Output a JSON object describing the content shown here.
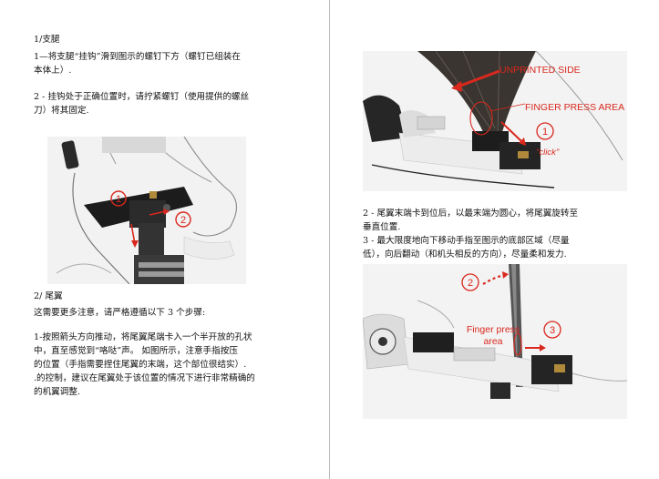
{
  "left_page": {
    "section1_title": "1/支腿",
    "step1_line1": "1—将支腿“挂钩”滑到图示的螺钉下方（螺钉已组装在",
    "step1_line2": "本体上）.",
    "step2_line1": "2 - 挂钩处于正确位置时，请拧紧螺钉（使用提供的螺丝",
    "step2_line2": "刀）将其固定.",
    "figure1": {
      "marker1": "1",
      "marker2": "2"
    },
    "section2_title": "2/ 尾翼",
    "caution": "这需要更多注意，请严格遵循以下 3 个步骤:",
    "step_a_line1": "1-按照箭头方向推动，将尾翼尾端卡入一个半开放的孔状",
    "step_a_line2": "中，直至感觉到“咯哒”声。 如图所示，注意手指按压",
    "step_a_line3": "的位置（手指需要捏住尾翼的末端，这个部位很结实）.",
    "step_a_line4": ".的控制，建议在尾翼处于该位置的情况下进行非常精确的",
    "step_a_line5": "的机翼调整."
  },
  "right_page": {
    "figure2": {
      "label_unprinted": "UNPRINTED SIDE",
      "label_finger": "FINGER PRESS AREA",
      "marker": "1",
      "click": "\"click\""
    },
    "step2_line1": "2 - 尾翼末端卡到位后，以最末端为圆心，将尾翼旋转至",
    "step2_line2": "垂直位置.",
    "step3_line1": "3 - 最大限度地向下移动手指至图示的底部区域（尽量",
    "step3_line2": "低），向后翻动（和机头相反的方向），尽量柔和发力.",
    "figure3": {
      "marker2": "2",
      "marker3": "3",
      "finger_label_line1": "Finger press",
      "finger_label_line2": "area"
    }
  },
  "colors": {
    "accent_red": "#d9281e",
    "gutter": "#bdbdbd"
  }
}
